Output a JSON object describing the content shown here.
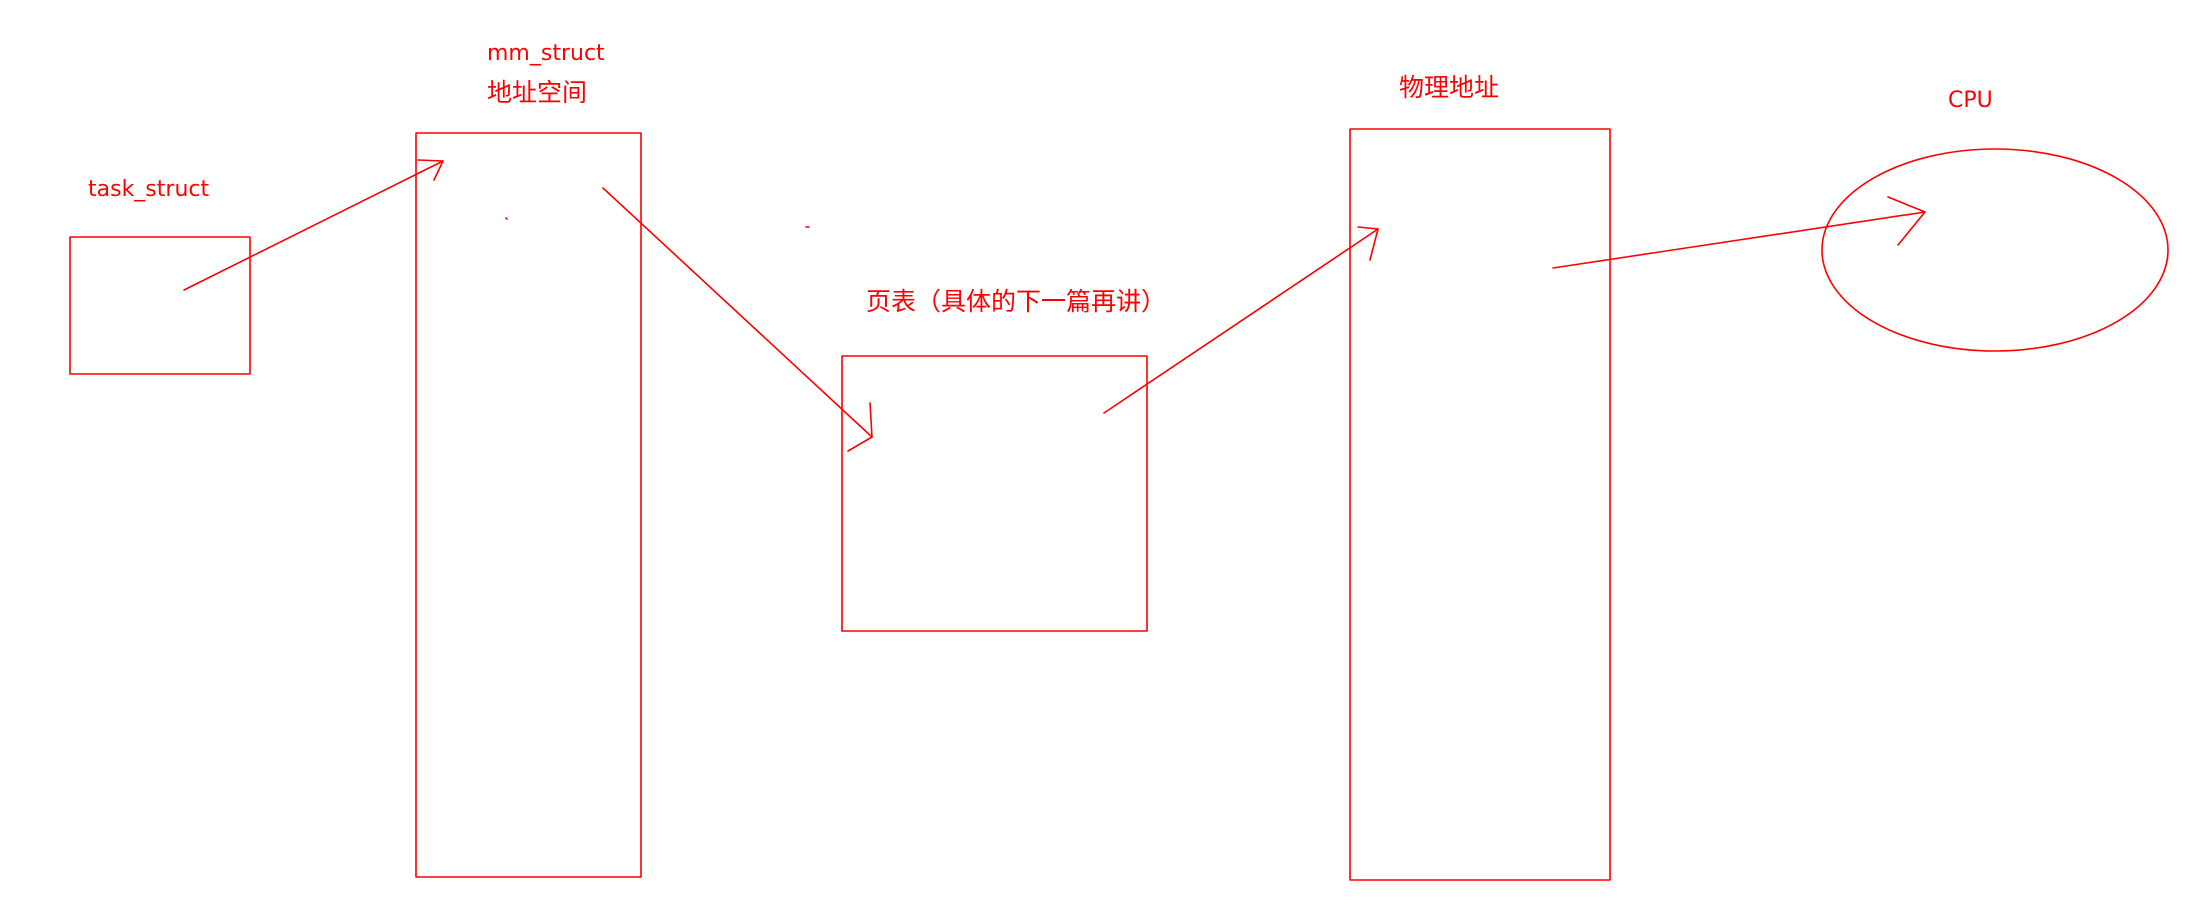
{
  "diagram": {
    "stroke_color": "#ff0000",
    "text_color": "#ff0000",
    "background": "#ffffff",
    "labels": {
      "task_struct": "task_struct",
      "mm_struct": "mm_struct",
      "address_space": "地址空间",
      "page_table": "页表（具体的下一篇再讲）",
      "physical_address": "物理地址",
      "cpu": "CPU"
    },
    "connections": [
      {
        "from": "task_struct",
        "to": "address_space"
      },
      {
        "from": "address_space",
        "to": "page_table"
      },
      {
        "from": "page_table",
        "to": "physical_address"
      },
      {
        "from": "physical_address",
        "to": "cpu"
      }
    ]
  }
}
